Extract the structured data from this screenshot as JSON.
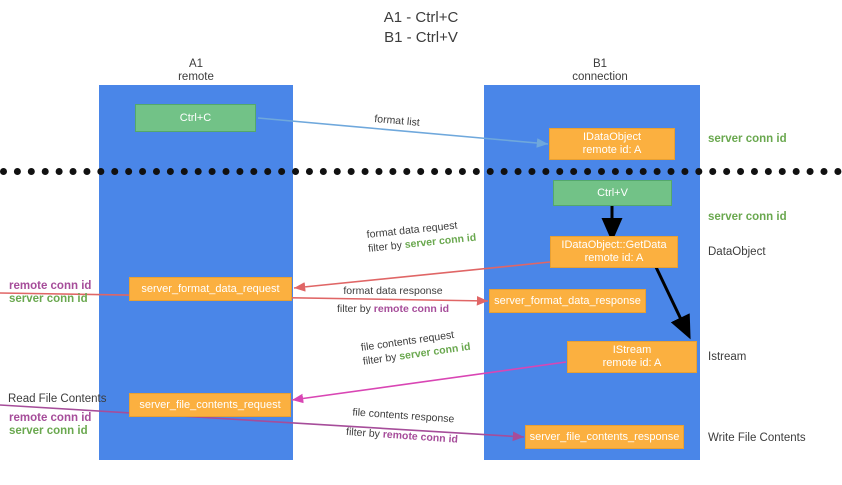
{
  "title": "A1 - Ctrl+C\nB1 - Ctrl+V",
  "lanes": [
    {
      "key": "a1",
      "header": "A1\nremote"
    },
    {
      "key": "b1",
      "header": "B1\nconnection"
    }
  ],
  "nodes": {
    "ctrl_c": "Ctrl+C",
    "idataobject": "IDataObject\nremote id: A",
    "ctrl_v": "Ctrl+V",
    "getdata": "IDataObject::GetData\nremote id: A",
    "server_format_data_request": "server_format_data_request",
    "server_format_data_response": "server_format_data_response",
    "istream": "IStream\nremote id: A",
    "server_file_contents_request": "server_file_contents_request",
    "server_file_contents_response": "server_file_contents_response"
  },
  "right_labels": {
    "server_conn_id_top": "server conn id",
    "server_conn_id_mid": "server conn id",
    "dataobject": "DataObject",
    "istream": "Istream",
    "write_file_contents": "Write File Contents"
  },
  "left_labels": {
    "remote_conn_id_1": "remote conn id",
    "server_conn_id_1": "server conn id",
    "read_file_contents": "Read File Contents",
    "remote_conn_id_2": "remote conn id",
    "server_conn_id_2": "server conn id"
  },
  "edges": [
    {
      "key": "format_list",
      "label": "format list"
    },
    {
      "key": "format_data_request",
      "label": "format data request",
      "filter_prefix": "filter by ",
      "filter_value": "server conn id"
    },
    {
      "key": "format_data_response",
      "label": "format data response",
      "filter_prefix": "filter by ",
      "filter_value": "remote conn id"
    },
    {
      "key": "file_contents_request",
      "label": "file contents request",
      "filter_prefix": "filter by ",
      "filter_value": "server conn id"
    },
    {
      "key": "file_contents_response",
      "label": "file contents response",
      "filter_prefix": "filter by ",
      "filter_value": "remote conn id"
    }
  ],
  "colors": {
    "lane": "#4a86e8",
    "green_node": "#72c287",
    "orange_node": "#fbb040",
    "server_conn_id": "#6aa84f",
    "remote_conn_id": "#a64d9a",
    "arrow_blue": "#6fa8dc",
    "arrow_red": "#e06666",
    "arrow_magenta": "#d946b4",
    "arrow_purple": "#a64d9a",
    "arrow_black": "#000000",
    "divider": "#111111"
  }
}
